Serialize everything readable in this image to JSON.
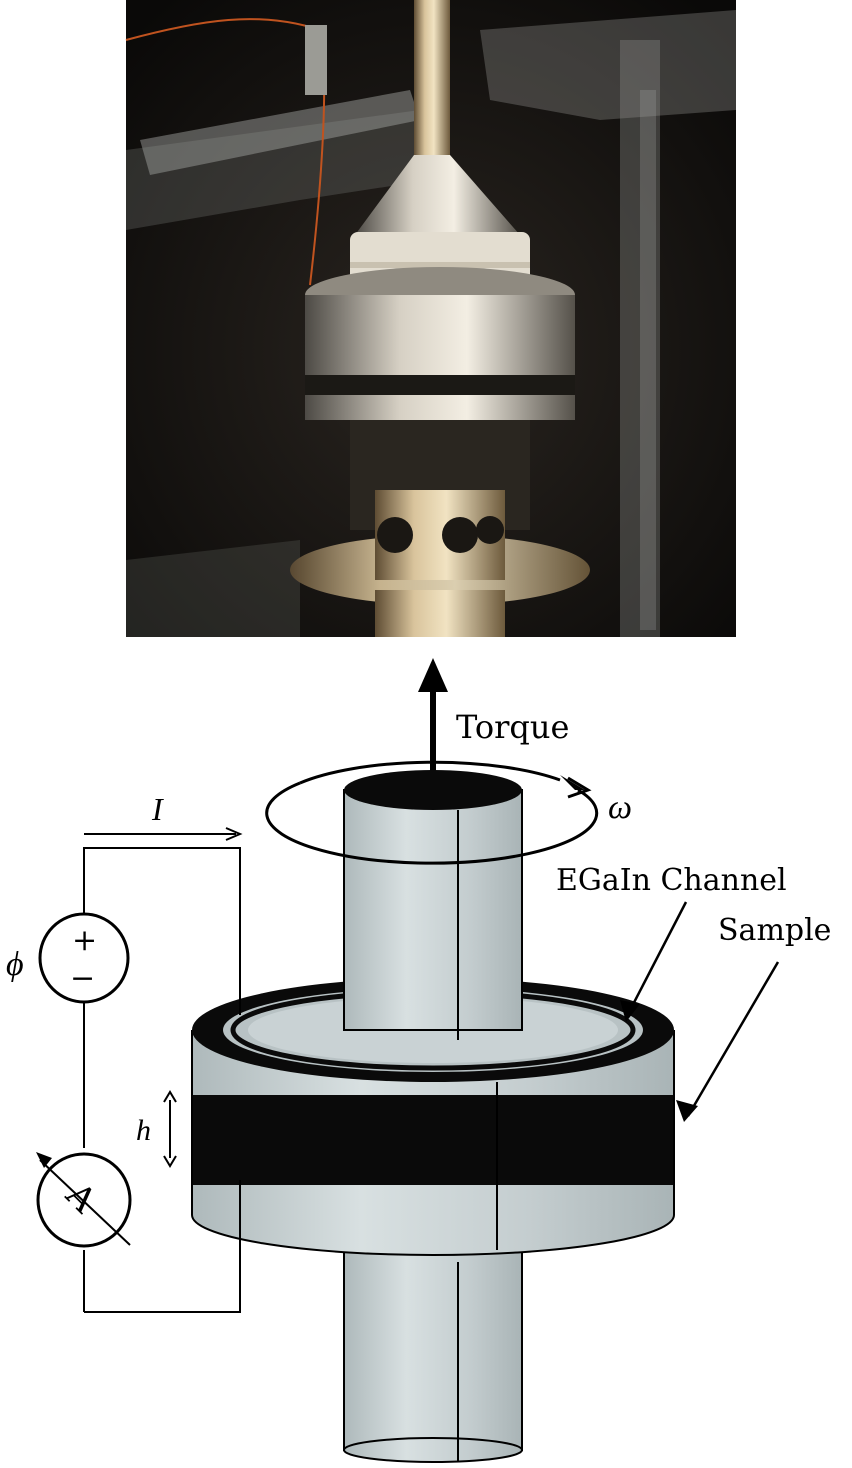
{
  "photo": {
    "description_icon": "rheometer-photo"
  },
  "labels": {
    "torque": "Torque",
    "omega": "ω",
    "current": "I",
    "potential": "ϕ",
    "plus": "+",
    "minus": "−",
    "ammeter": "A",
    "height": "h",
    "egain_channel": "EGaIn Channel",
    "sample": "Sample"
  },
  "colors": {
    "cylinder_light": "#c9d2d4",
    "cylinder_dark": "#0a0a0a",
    "photo_bg": "#0d0c0b",
    "brass": "#b9a07a"
  }
}
